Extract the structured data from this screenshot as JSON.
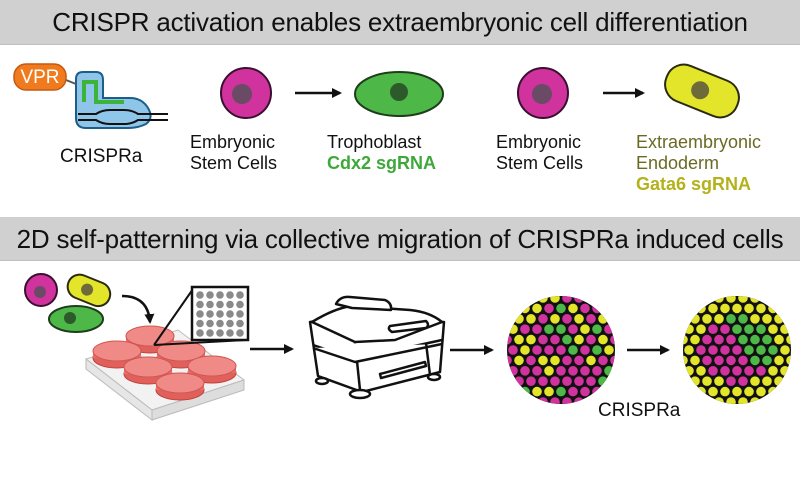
{
  "panel1": {
    "title": "CRISPR activation enables extraembryonic cell differentiation",
    "crispra_icon": {
      "activator_label": "VPR",
      "label": "CRISPRa"
    },
    "pathway_a": {
      "source": {
        "line1": "Embryonic",
        "line2": "Stem Cells"
      },
      "target": {
        "line1": "Trophoblast",
        "guide": "Cdx2 sgRNA"
      }
    },
    "pathway_b": {
      "source": {
        "line1": "Embryonic",
        "line2": "Stem Cells"
      },
      "target": {
        "line1": "Extraembryonic",
        "line2": "Endoderm",
        "guide": "Gata6 sgRNA"
      }
    }
  },
  "panel2": {
    "title": "2D self-patterning via collective migration of CRISPRa induced cells",
    "steps": [
      {
        "name": "cell-mixture",
        "cell_types": [
          "embryonic-stem-cell",
          "extraembryonic-endoderm-cell",
          "trophoblast-cell"
        ]
      },
      {
        "name": "well-plate",
        "wells": 6,
        "micropattern_grid": "5x5"
      },
      {
        "name": "incubator"
      },
      {
        "name": "mixed-pattern"
      },
      {
        "name": "sorted-pattern",
        "transition_label": "CRISPRa"
      }
    ]
  },
  "colors": {
    "banner_bg": "#d0d0d0",
    "esc_magenta": "#d0329e",
    "trophoblast_green": "#4db848",
    "endoderm_yellow": "#e3e52a",
    "vpr_orange": "#f07b1e",
    "cas9_blue": "#8ec5e8",
    "guide_text_green": "#3fa83a",
    "guide_text_yellow": "#b4b21a",
    "endoderm_text": "#6b6a24"
  }
}
